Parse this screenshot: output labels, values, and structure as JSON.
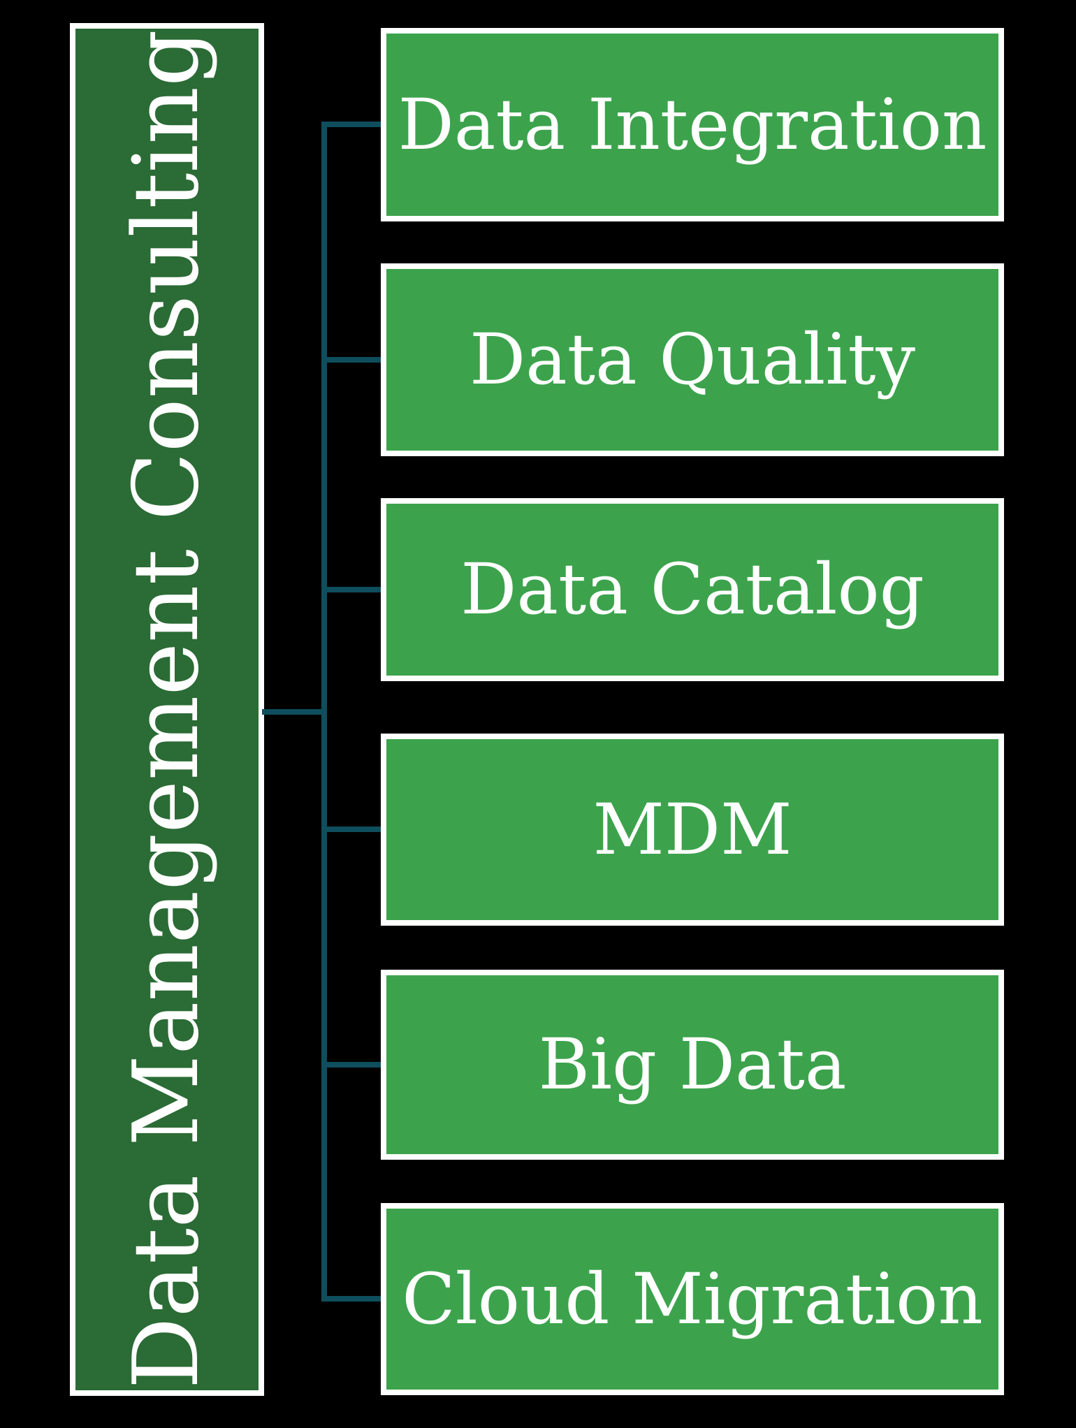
{
  "title": {
    "label": "Data Management Consulting"
  },
  "children": [
    {
      "label": "Data Integration"
    },
    {
      "label": "Data Quality"
    },
    {
      "label": "Data Catalog"
    },
    {
      "label": "MDM"
    },
    {
      "label": "Big Data"
    },
    {
      "label": "Cloud Migration"
    }
  ],
  "colors": {
    "background": "#000000",
    "root_fill": "#2B6B35",
    "child_fill": "#3CA34C",
    "connector": "#0F4E5C",
    "border": "#FFFFFF",
    "text": "#FFFFFF"
  }
}
